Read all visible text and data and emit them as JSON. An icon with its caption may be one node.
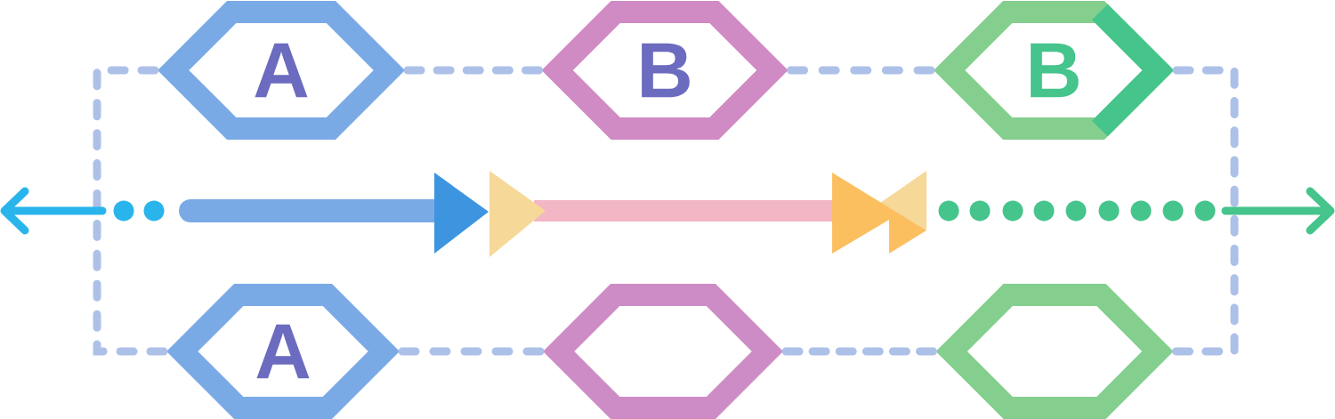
{
  "diagram": {
    "nodes": [
      {
        "text": [
          "A"
        ]
      },
      {
        "text": [
          "B"
        ]
      },
      {
        "text": [
          "B"
        ]
      },
      {
        "text": [
          "A"
        ]
      },
      {
        "text": [],
        "shape": "hexagon"
      },
      {
        "text": [],
        "shape": "hexagon"
      }
    ],
    "edges": [
      {
        "from": 0,
        "to": 1,
        "arrow": "none",
        "style": "dashed"
      },
      {
        "from": 1,
        "to": 2,
        "arrow": "none",
        "style": "dashed"
      },
      {
        "from": 0,
        "to": 3,
        "arrow": "none",
        "style": "dashed"
      },
      {
        "from": 2,
        "to": 5,
        "arrow": "none",
        "style": "dashed"
      },
      {
        "from": 3,
        "to": 4,
        "arrow": "none",
        "style": "dashed"
      },
      {
        "from": 4,
        "to": 5,
        "arrow": "none",
        "style": "dashed"
      }
    ]
  }
}
